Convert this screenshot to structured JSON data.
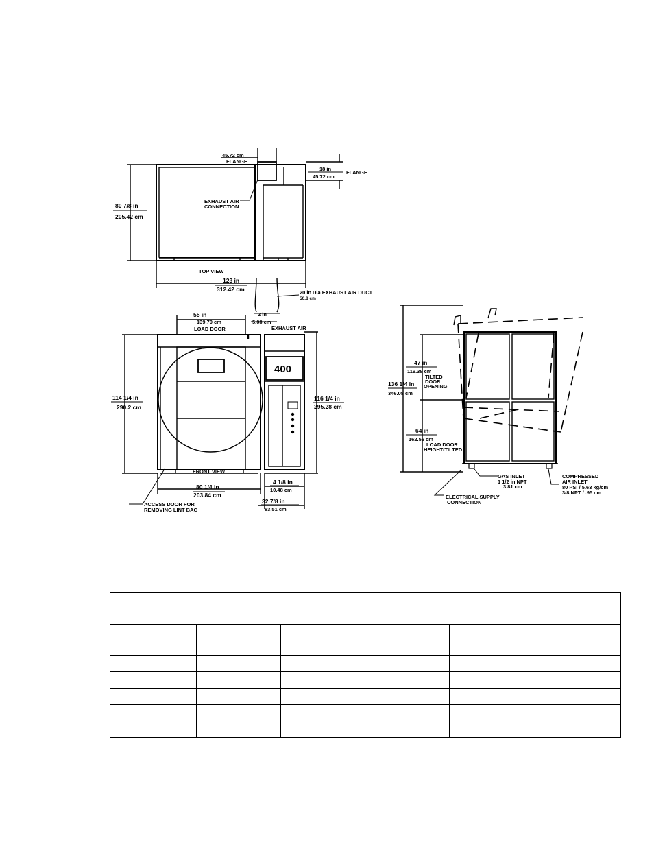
{
  "drawing": {
    "top_view": {
      "label": "TOP VIEW",
      "depth_in": "80 7/8 in",
      "depth_cm": "205.42 cm",
      "width_in": "123 in",
      "width_cm": "312.42 cm",
      "flange_top_cm": "45.72 cm",
      "flange_top_word": "FLANGE",
      "flange_side_in": "18 in",
      "flange_side_cm": "45.72 cm",
      "flange_side_word": "FLANGE",
      "exhaust_line1": "EXHAUST AIR",
      "exhaust_line2": "CONNECTION",
      "duct_in": "20 in",
      "duct_text": "Dia EXHAUST AIR DUCT",
      "duct_cm": "50.8 cm",
      "gap_in": "2 in",
      "gap_cm": "5.08 cm"
    },
    "front_view": {
      "label": "FRONT VIEW",
      "door_in": "55 in",
      "door_cm": "139.70 cm",
      "door_word": "LOAD DOOR",
      "exhaust_word": "EXHAUST AIR",
      "model_number": "400",
      "height_left_in": "114 1/4 in",
      "height_left_cm": "290.2 cm",
      "height_right_in": "116 1/4 in",
      "height_right_cm": "295.28 cm",
      "width_in": "80 1/4 in",
      "width_cm": "203.84 cm",
      "panel_in": "4 1/8 in",
      "panel_cm": "10.48 cm",
      "panel_total_in": "32 7/8 in",
      "panel_total_cm": "83.51 cm",
      "access_line1": "ACCESS DOOR FOR",
      "access_line2": "REMOVING LINT BAG"
    },
    "side_view": {
      "total_in": "136 1/4 in",
      "total_cm": "346.08 cm",
      "tilt_in": "47 in",
      "tilt_cm": "119.38 cm",
      "tilt_l1": "TILTED",
      "tilt_l2": "DOOR",
      "tilt_l3": "OPENING",
      "load_in": "64 in",
      "load_cm": "162.56 cm",
      "load_l1": "LOAD DOOR",
      "load_l2": "HEIGHT-TILTED",
      "gas_l1": "GAS INLET",
      "gas_l2": "1 1/2 in NPT",
      "gas_l3": "3.81 cm",
      "elec_l1": "ELECTRICAL SUPPLY",
      "elec_l2": "CONNECTION",
      "air_l1": "COMPRESSED",
      "air_l2": "AIR INLET",
      "air_l3": "80 PSI / 5.63 kg/cm",
      "air_l4": "3/8 NPT / .95 cm"
    }
  }
}
